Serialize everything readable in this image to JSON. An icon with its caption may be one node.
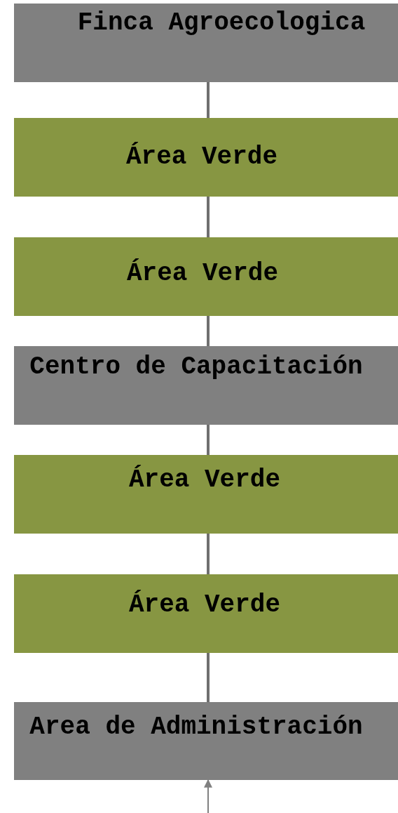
{
  "diagram": {
    "nodes": [
      {
        "text": [
          "Finca Agroecologica"
        ]
      },
      {
        "text": [
          "Área Verde"
        ]
      },
      {
        "text": [
          "Área Verde"
        ]
      },
      {
        "text": [
          "Centro de Capacitación"
        ]
      },
      {
        "text": [
          "Área Verde"
        ]
      },
      {
        "text": [
          "Área Verde"
        ]
      },
      {
        "text": [
          "Area de Administración"
        ]
      }
    ],
    "edges": [
      {
        "from": 0,
        "to": 1,
        "arrow": "none"
      },
      {
        "from": 1,
        "to": 2,
        "arrow": "none"
      },
      {
        "from": 2,
        "to": 3,
        "arrow": "none"
      },
      {
        "from": 3,
        "to": 4,
        "arrow": "none"
      },
      {
        "from": 4,
        "to": 5,
        "arrow": "none"
      },
      {
        "from": 5,
        "to": 6,
        "arrow": "none"
      },
      {
        "from": null,
        "to": 6,
        "arrow": "to",
        "color": "#808080"
      }
    ]
  }
}
